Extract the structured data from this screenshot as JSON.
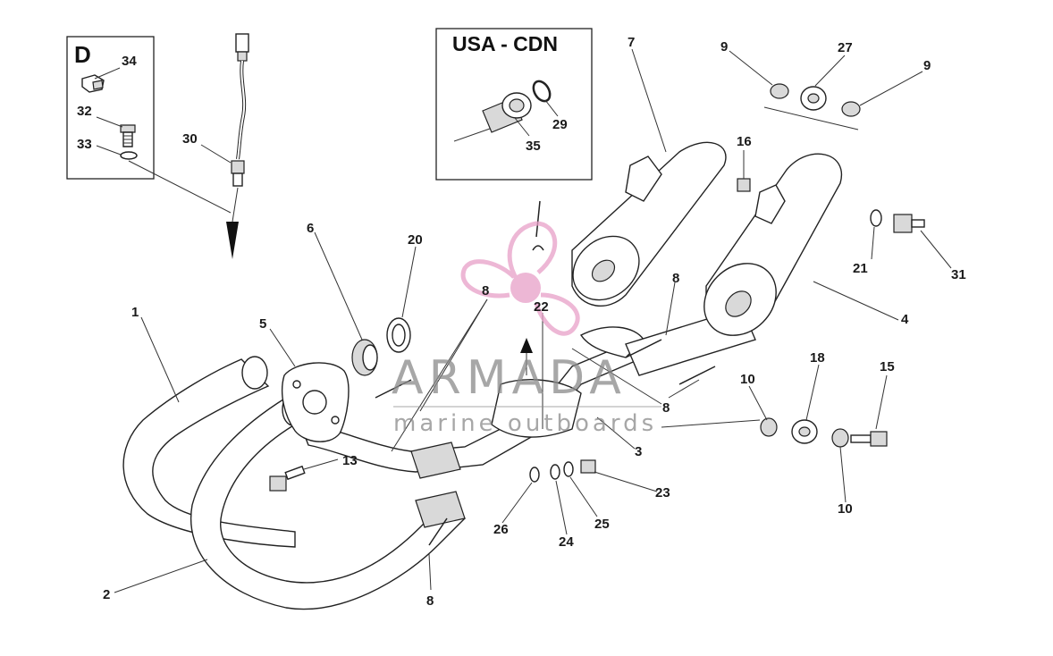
{
  "inset_d": {
    "title": "D",
    "parts": [
      "34",
      "32",
      "33"
    ]
  },
  "inset_usa": {
    "title": "USA - CDN",
    "parts": [
      "29",
      "35"
    ]
  },
  "watermark": {
    "brand": "ARMADA",
    "tagline": "marine outboards",
    "color_pink": "#e8a0c8",
    "color_gray": "#8a8a8a"
  },
  "callouts": [
    {
      "id": "c1",
      "text": "1"
    },
    {
      "id": "c2",
      "text": "2"
    },
    {
      "id": "c3",
      "text": "3"
    },
    {
      "id": "c4",
      "text": "4"
    },
    {
      "id": "c5",
      "text": "5"
    },
    {
      "id": "c6",
      "text": "6"
    },
    {
      "id": "c7",
      "text": "7"
    },
    {
      "id": "c8a",
      "text": "8"
    },
    {
      "id": "c8b",
      "text": "8"
    },
    {
      "id": "c8c",
      "text": "8"
    },
    {
      "id": "c8d",
      "text": "8"
    },
    {
      "id": "c9a",
      "text": "9"
    },
    {
      "id": "c9b",
      "text": "9"
    },
    {
      "id": "c10a",
      "text": "10"
    },
    {
      "id": "c10b",
      "text": "10"
    },
    {
      "id": "c13",
      "text": "13"
    },
    {
      "id": "c15",
      "text": "15"
    },
    {
      "id": "c16",
      "text": "16"
    },
    {
      "id": "c18",
      "text": "18"
    },
    {
      "id": "c20",
      "text": "20"
    },
    {
      "id": "c21",
      "text": "21"
    },
    {
      "id": "c22",
      "text": "22"
    },
    {
      "id": "c23",
      "text": "23"
    },
    {
      "id": "c24",
      "text": "24"
    },
    {
      "id": "c25",
      "text": "25"
    },
    {
      "id": "c26",
      "text": "26"
    },
    {
      "id": "c27",
      "text": "27"
    },
    {
      "id": "c29",
      "text": "29"
    },
    {
      "id": "c30",
      "text": "30"
    },
    {
      "id": "c31",
      "text": "31"
    },
    {
      "id": "c32",
      "text": "32"
    },
    {
      "id": "c33",
      "text": "33"
    },
    {
      "id": "c34",
      "text": "34"
    },
    {
      "id": "c35",
      "text": "35"
    }
  ]
}
